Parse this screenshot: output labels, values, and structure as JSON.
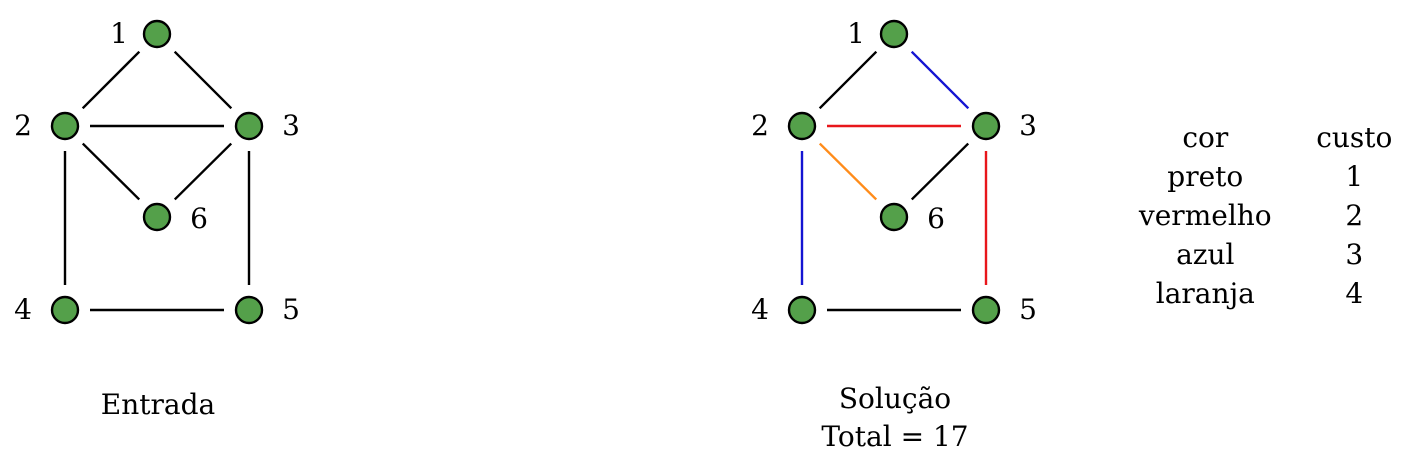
{
  "colors": {
    "node_fill": "#54a04a",
    "node_stroke": "#000000",
    "preto": "#000000",
    "vermelho": "#e8161b",
    "azul": "#1414d2",
    "laranja": "#ff8c1a"
  },
  "input_graph": {
    "caption": "Entrada",
    "nodes": [
      "1",
      "2",
      "3",
      "4",
      "5",
      "6"
    ],
    "edges": [
      {
        "from": "1",
        "to": "2",
        "color": "preto"
      },
      {
        "from": "1",
        "to": "3",
        "color": "preto"
      },
      {
        "from": "2",
        "to": "3",
        "color": "preto"
      },
      {
        "from": "2",
        "to": "6",
        "color": "preto"
      },
      {
        "from": "3",
        "to": "6",
        "color": "preto"
      },
      {
        "from": "2",
        "to": "4",
        "color": "preto"
      },
      {
        "from": "3",
        "to": "5",
        "color": "preto"
      },
      {
        "from": "4",
        "to": "5",
        "color": "preto"
      }
    ]
  },
  "solution_graph": {
    "caption": "Solução",
    "total": "Total = 17",
    "nodes": [
      "1",
      "2",
      "3",
      "4",
      "5",
      "6"
    ],
    "edges": [
      {
        "from": "1",
        "to": "2",
        "color": "preto"
      },
      {
        "from": "1",
        "to": "3",
        "color": "azul"
      },
      {
        "from": "2",
        "to": "3",
        "color": "vermelho"
      },
      {
        "from": "2",
        "to": "6",
        "color": "laranja"
      },
      {
        "from": "3",
        "to": "6",
        "color": "preto"
      },
      {
        "from": "2",
        "to": "4",
        "color": "azul"
      },
      {
        "from": "3",
        "to": "5",
        "color": "vermelho"
      },
      {
        "from": "4",
        "to": "5",
        "color": "preto"
      }
    ]
  },
  "cost_table": {
    "header": {
      "color": "cor",
      "cost": "custo"
    },
    "rows": [
      {
        "color": "preto",
        "cost": "1"
      },
      {
        "color": "vermelho",
        "cost": "2"
      },
      {
        "color": "azul",
        "cost": "3"
      },
      {
        "color": "laranja",
        "cost": "4"
      }
    ]
  }
}
